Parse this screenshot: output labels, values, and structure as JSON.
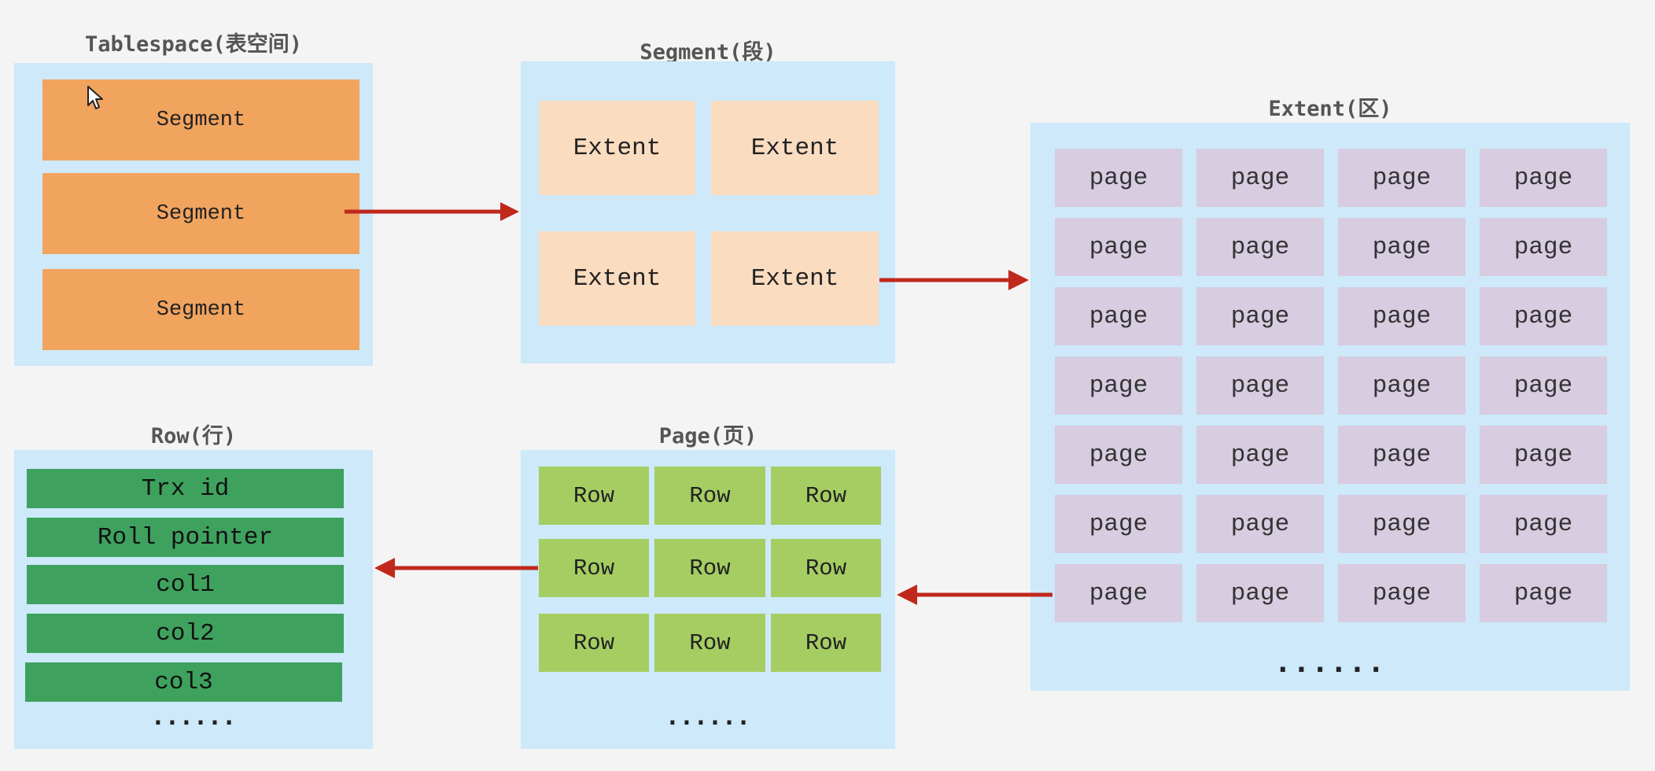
{
  "tablespace": {
    "title": "Tablespace(表空间)",
    "segments": [
      "Segment",
      "Segment",
      "Segment"
    ]
  },
  "segment": {
    "title": "Segment(段)",
    "extents": [
      "Extent",
      "Extent",
      "Extent",
      "Extent"
    ]
  },
  "extent": {
    "title": "Extent(区)",
    "pages": [
      "page",
      "page",
      "page",
      "page",
      "page",
      "page",
      "page",
      "page",
      "page",
      "page",
      "page",
      "page",
      "page",
      "page",
      "page",
      "page",
      "page",
      "page",
      "page",
      "page",
      "page",
      "page",
      "page",
      "page",
      "page",
      "page",
      "page",
      "page"
    ],
    "more": "......"
  },
  "page": {
    "title": "Page(页)",
    "rows": [
      "Row",
      "Row",
      "Row",
      "Row",
      "Row",
      "Row",
      "Row",
      "Row",
      "Row"
    ],
    "more": "......"
  },
  "row": {
    "title": "Row(行)",
    "fields": [
      "Trx id",
      "Roll pointer",
      "col1",
      "col2",
      "col3"
    ],
    "more": "......"
  },
  "colors": {
    "panel": "#cde9fa",
    "segment": "#f1a45e",
    "extent": "#fadcc0",
    "page": "#d7cce0",
    "row": "#a5cd62",
    "field": "#3ea25e",
    "arrow": "#c0281c"
  }
}
